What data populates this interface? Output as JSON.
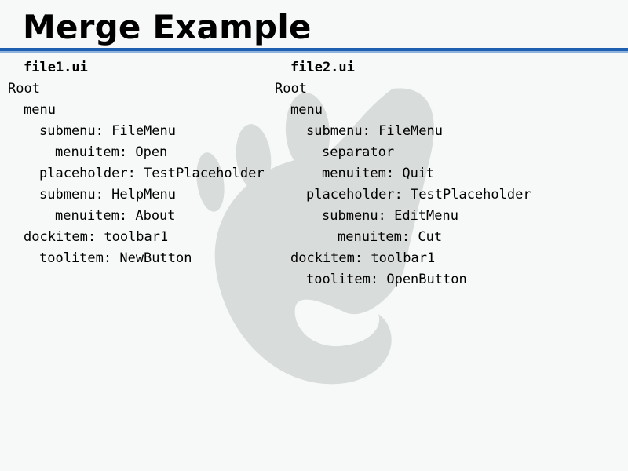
{
  "slide": {
    "title": "Merge Example"
  },
  "files": [
    {
      "name": "file1.ui",
      "tree": [
        {
          "depth": 0,
          "text": "Root"
        },
        {
          "depth": 1,
          "text": "menu"
        },
        {
          "depth": 2,
          "text": "submenu: FileMenu"
        },
        {
          "depth": 3,
          "text": "menuitem: Open"
        },
        {
          "depth": 2,
          "text": "placeholder: TestPlaceholder"
        },
        {
          "depth": 2,
          "text": "submenu: HelpMenu"
        },
        {
          "depth": 3,
          "text": "menuitem: About"
        },
        {
          "depth": 1,
          "text": "dockitem: toolbar1"
        },
        {
          "depth": 2,
          "text": "toolitem: NewButton"
        }
      ]
    },
    {
      "name": "file2.ui",
      "tree": [
        {
          "depth": 0,
          "text": "Root"
        },
        {
          "depth": 1,
          "text": "menu"
        },
        {
          "depth": 2,
          "text": "submenu: FileMenu"
        },
        {
          "depth": 3,
          "text": "separator"
        },
        {
          "depth": 3,
          "text": "menuitem: Quit"
        },
        {
          "depth": 2,
          "text": "placeholder: TestPlaceholder"
        },
        {
          "depth": 3,
          "text": "submenu: EditMenu"
        },
        {
          "depth": 4,
          "text": "menuitem: Cut"
        },
        {
          "depth": 1,
          "text": "dockitem: toolbar1"
        },
        {
          "depth": 2,
          "text": "toolitem: OpenButton"
        }
      ]
    }
  ],
  "watermark": {
    "icon": "gnome-foot-icon",
    "color": "#d8dcda"
  },
  "colors": {
    "background": "#f6f9f7",
    "rule_dark": "#1e5fb0",
    "rule_light": "#8fb3df"
  }
}
